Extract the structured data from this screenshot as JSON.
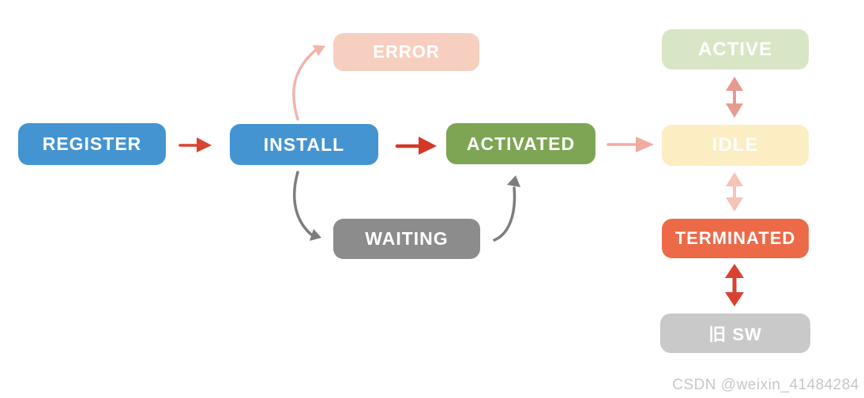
{
  "diagram": {
    "nodes": {
      "register": {
        "label": "REGISTER",
        "fill": "#4594d2",
        "text_color": "#ffffff"
      },
      "install": {
        "label": "INSTALL",
        "fill": "#4594d2",
        "text_color": "#ffffff"
      },
      "error": {
        "label": "ERROR",
        "fill": "#f7cfc0",
        "text_color": "#ffffff"
      },
      "activated": {
        "label": "ACTIVATED",
        "fill": "#7da553",
        "text_color": "#ffffff"
      },
      "waiting": {
        "label": "WAITING",
        "fill": "#8c8c8c",
        "text_color": "#ffffff"
      },
      "active": {
        "label": "ACTIVE",
        "fill": "#d9e6c6",
        "text_color": "#ffffff"
      },
      "idle": {
        "label": "IDLE",
        "fill": "#fcedc2",
        "text_color": "#ffffff"
      },
      "terminated": {
        "label": "TERMINATED",
        "fill": "#ec6a48",
        "text_color": "#ffffff"
      },
      "old_sw": {
        "label": "旧 SW",
        "fill": "#c9c9c9",
        "text_color": "#ffffff"
      }
    },
    "edges": [
      {
        "from": "REGISTER",
        "to": "INSTALL",
        "direction": "one-way",
        "style": "straight",
        "color": "#d8422f"
      },
      {
        "from": "INSTALL",
        "to": "ERROR",
        "direction": "one-way",
        "style": "curved",
        "color": "#f2b4ac"
      },
      {
        "from": "INSTALL",
        "to": "ACTIVATED",
        "direction": "one-way",
        "style": "straight",
        "color": "#d43827"
      },
      {
        "from": "INSTALL",
        "to": "WAITING",
        "direction": "one-way",
        "style": "curved",
        "color": "#7d7d7d"
      },
      {
        "from": "WAITING",
        "to": "ACTIVATED",
        "direction": "one-way",
        "style": "curved",
        "color": "#7d7d7d"
      },
      {
        "from": "ACTIVATED",
        "to": "IDLE",
        "direction": "one-way",
        "style": "straight",
        "color": "#f0aba1"
      },
      {
        "from": "ACTIVE",
        "to": "IDLE",
        "direction": "two-way",
        "style": "straight",
        "color": "#e79a90"
      },
      {
        "from": "IDLE",
        "to": "TERMINATED",
        "direction": "two-way",
        "style": "straight",
        "color": "#f5c3b9"
      },
      {
        "from": "TERMINATED",
        "to": "旧 SW",
        "direction": "two-way",
        "style": "straight",
        "color": "#d94231"
      }
    ]
  },
  "watermark": {
    "text": "CSDN @weixin_41484284",
    "color": "#c7c7cb"
  }
}
